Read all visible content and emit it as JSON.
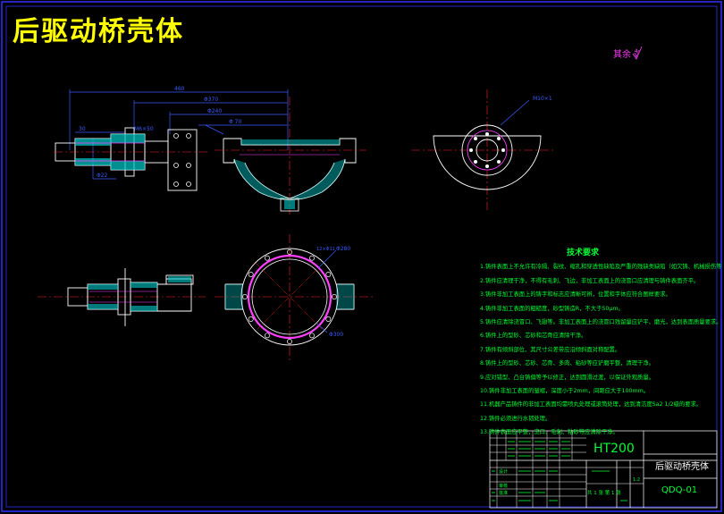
{
  "drawing": {
    "title": "后驱动桥壳体",
    "corner_note": "其余 ∜",
    "colors": {
      "background": "#000000",
      "border": "#3030ff",
      "title": "#ffff00",
      "outline": "#ffffff",
      "dimension": "#3a5bff",
      "centerline": "#ff2020",
      "section": "#ff40ff",
      "hatch": "#00cccc",
      "text_green": "#00ff33"
    }
  },
  "dimensions": {
    "overall": "460",
    "mid": "Φ370",
    "short1": "Φ240",
    "short2": "Φ 70",
    "left1": "30",
    "left2": "M6×50",
    "hole_note": "12×Φ11",
    "side_callout": "Φ22",
    "bottom_callout": "Φ280",
    "bottom_callout2": "Φ300",
    "bolt_label": "M10×1"
  },
  "tech_requirements": {
    "title": "技术要求",
    "items": [
      "1.铸件表面上不允许有冷隔、裂纹、缩孔和穿透性缺陷及严重的残缺类缺陷（如欠铸、机械损伤等）。",
      "2.铸件应清理干净，不得有毛刺、飞边，非加工表面上的浇冒口应清理与铸件表面齐平。",
      "3.铸件非加工表面上的铸字和标志应清晰可辨，位置和字体应符合图样要求。",
      "4.铸件非加工表面的粗糙度，砂型铸造R，不大于50μm。",
      "5.铸件应清除浇冒口、飞翅等。非加工表面上的浇冒口残留量应铲平、磨光，达到表面质量要求。",
      "6.铸件上的型砂、芯砂和芯骨应清除干净。",
      "7.铸件有倾斜部位、其尺寸公差带应沿倾斜面对称配置。",
      "8.铸件上的型砂、芯砂、芯骨、多肉、粘砂等应铲磨平整，清理干净。",
      "9.应对错型、凸台铸偏等予以修正，达到圆滑过渡，以保证外观质量。",
      "10.铸件非加工表面的皱褶，深度小于2mm，间距应大于100mm。",
      "11.机器产品铸件的非加工表面均需喷丸处理或滚筒处理，达到清洁度Sa2 1/2级的要求。",
      "12.铸件必须进行水韧处理。",
      "13.铸件表面应平整，浇口、毛刺、粘砂等应清除干净。"
    ]
  },
  "title_block": {
    "material": "HT200",
    "part_name": "后驱动桥壳体",
    "drawing_no": "QDQ-01",
    "scale": "1:2",
    "sheet_info": "共 1 张 第 1 张",
    "designer_label": "设计",
    "checker_label": "审核",
    "approver_label": "批准"
  }
}
